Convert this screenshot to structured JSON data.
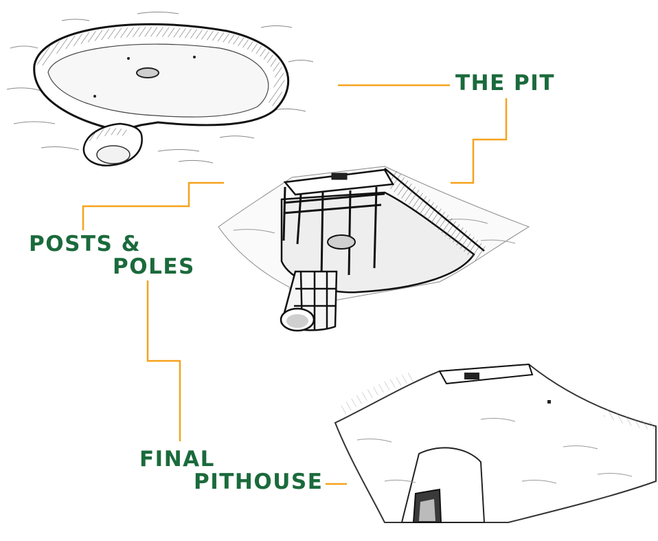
{
  "colors": {
    "label": "#1b6a3c",
    "connector": "#f6a21b",
    "ink": "#1a1a1a",
    "paper": "#ffffff",
    "shade": "#d8d8d8"
  },
  "labels": {
    "the_pit": "THE PIT",
    "posts_line1": "POSTS &",
    "posts_line2": "POLES",
    "final_line1": "FINAL",
    "final_line2": "PITHOUSE"
  },
  "stages": [
    {
      "name": "the-pit"
    },
    {
      "name": "posts-and-poles"
    },
    {
      "name": "final-pithouse"
    }
  ]
}
